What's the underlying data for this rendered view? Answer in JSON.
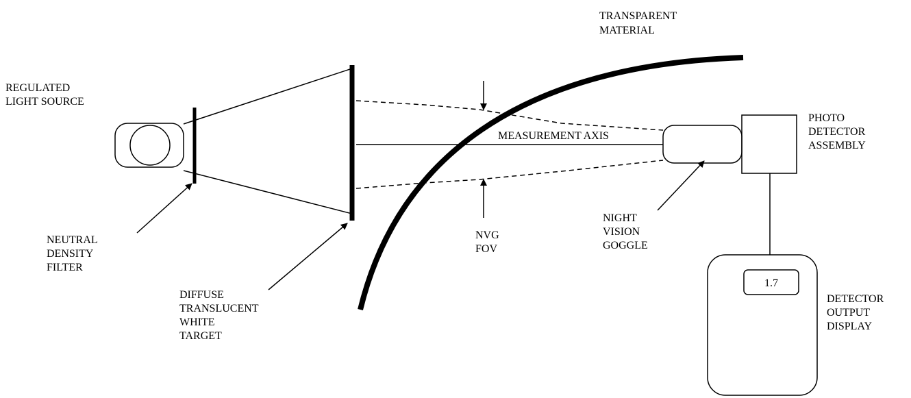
{
  "labels": {
    "transparent_material": [
      "TRANSPARENT",
      "MATERIAL"
    ],
    "light_source": [
      "REGULATED",
      "LIGHT SOURCE"
    ],
    "photo_detector": [
      "PHOTO",
      "DETECTOR",
      "ASSEMBLY"
    ],
    "measurement_axis": "MEASUREMENT AXIS",
    "neutral_density_filter": [
      "NEUTRAL",
      "DENSITY",
      "FILTER"
    ],
    "nvg_fov": [
      "NVG",
      "FOV"
    ],
    "night_vision_goggle": [
      "NIGHT",
      "VISION",
      "GOGGLE"
    ],
    "diffuse_target": [
      "DIFFUSE",
      "TRANSLUCENT",
      "WHITE",
      "TARGET"
    ],
    "detector_output_display": [
      "DETECTOR",
      "OUTPUT",
      "DISPLAY"
    ]
  },
  "display_reading": "1.7"
}
